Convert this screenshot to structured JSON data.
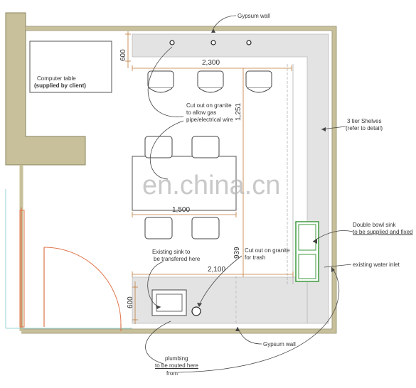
{
  "labels": {
    "gypsum_wall_top": "Gypsum wall",
    "gypsum_wall_bottom": "Gypsum wall",
    "computer_table_line1": "Computer table",
    "computer_table_line2": "(supplied by client)",
    "cutout_gas_line1": "Cut out on granite",
    "cutout_gas_line2": "to allow gas",
    "cutout_gas_line3": "pipe/electrical wire",
    "shelves_line1": "3 tier Shelves",
    "shelves_line2": "(refer to detail)",
    "double_sink_line1": "Double bowl sink",
    "double_sink_line2": "to be supplied and fixed",
    "water_inlet": "existing water inlet",
    "existing_sink_line1": "Existing sink to",
    "existing_sink_line2": "be transfered here",
    "cutout_trash_line1": "Cut out on granite",
    "cutout_trash_line2": "for trash",
    "plumbing_line1": "plumbing",
    "plumbing_line2": "to be routed here",
    "from": "from"
  },
  "dimensions": {
    "top_depth": "600",
    "top_width": "2,300",
    "right_depth": "1,251",
    "table_width": "1,500",
    "lower_right": "939",
    "bottom_width": "2,100",
    "bottom_depth": "600"
  },
  "watermark": "en.china.cn",
  "colors": {
    "wall": "#c9c29a",
    "wall_edge": "#8a845e",
    "counter": "#e3e3e3",
    "dimension": "#c07a3a",
    "sink_green": "#3c9a3c",
    "door": "#e0744a",
    "line": "#444444"
  }
}
